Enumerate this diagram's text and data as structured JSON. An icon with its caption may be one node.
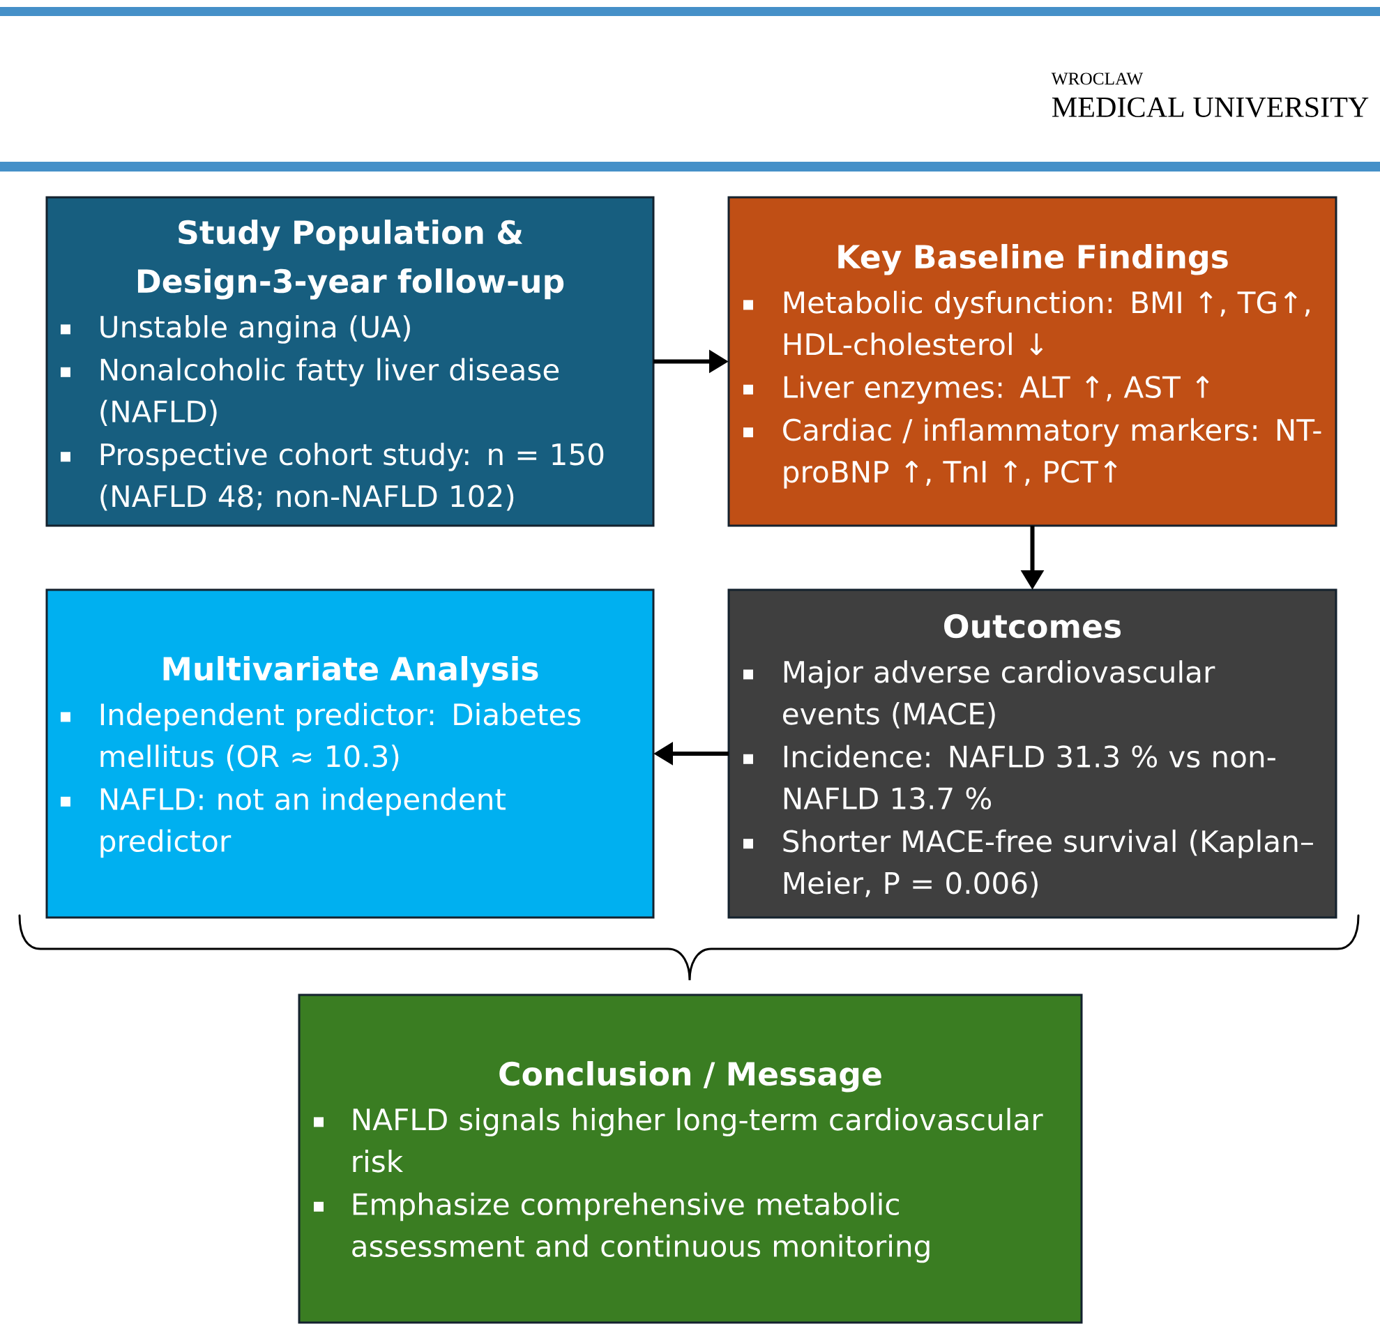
{
  "diagram": {
    "nodes": [
      {
        "text": [
          "Study Population & Design-3-year follow-up",
          "Unstable angina (UA)",
          "Nonalcoholic fatty liver disease (NAFLD)",
          "Prospective cohort study: n = 150 (NAFLD 48; non-NAFLD 102)"
        ]
      },
      {
        "text": [
          "Key Baseline Findings",
          "Metabolic dysfunction: BMI ↑, TG↑, HDL-cholesterol ↓",
          "Liver enzymes: ALT ↑, AST ↑",
          "Cardiac / inflammatory markers: NT-proBNP ↑, TnI ↑, PCT↑"
        ]
      },
      {
        "text": [
          "Multivariate Analysis",
          "Independent predictor: Diabetes mellitus (OR ≈ 10.3)",
          "NAFLD: not an independent predictor"
        ]
      },
      {
        "text": [
          "Outcomes",
          "Major adverse cardiovascular events (MACE)",
          "Incidence: NAFLD 31.3 % vs non-NAFLD 13.7 %",
          "Shorter MACE-free survival (Kaplan–Meier, P = 0.006)"
        ]
      },
      {
        "text": [
          "Conclusion / Message",
          "NAFLD signals higher long-term cardiovascular risk",
          "Emphasize comprehensive metabolic assessment and continuous monitoring"
        ]
      }
    ],
    "edges": [
      {
        "from": 0,
        "to": 1,
        "arrow": "to"
      },
      {
        "from": 1,
        "to": 3,
        "arrow": "to"
      },
      {
        "from": 3,
        "to": 2,
        "arrow": "to"
      }
    ],
    "labels": [
      "WROCLAW",
      "MEDICAL UNIVERSITY"
    ]
  }
}
